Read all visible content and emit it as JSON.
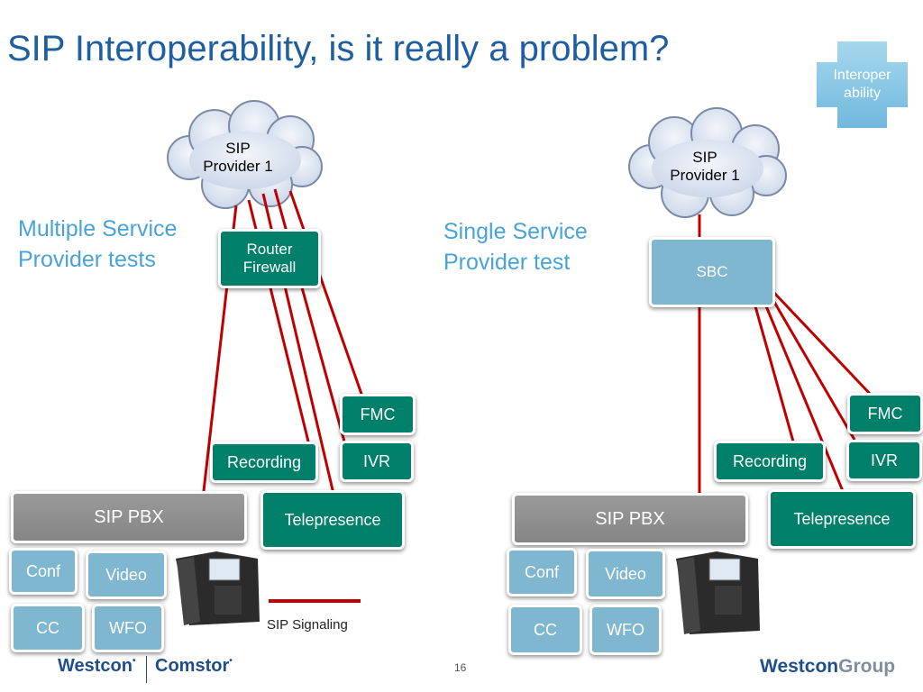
{
  "title": "SIP Interoperability, is it really a problem?",
  "badge": {
    "label": "Interoperability",
    "line1": "Interoper",
    "line2": "ability"
  },
  "left": {
    "subtitle_line1": "Multiple Service",
    "subtitle_line2": "Provider tests",
    "cloud_line1": "SIP",
    "cloud_line2": "Provider 1",
    "router": "Router Firewall",
    "fmc": "FMC",
    "ivr": "IVR",
    "recording": "Recording",
    "telepresence": "Telepresence",
    "pbx": "SIP PBX",
    "conf": "Conf",
    "video": "Video",
    "cc": "CC",
    "wfo": "WFO"
  },
  "right": {
    "subtitle_line1": "Single Service",
    "subtitle_line2": "Provider test",
    "cloud_line1": "SIP",
    "cloud_line2": "Provider 1",
    "sbc": "SBC",
    "fmc": "FMC",
    "ivr": "IVR",
    "recording": "Recording",
    "telepresence": "Telepresence",
    "pbx": "SIP PBX",
    "conf": "Conf",
    "video": "Video",
    "cc": "CC",
    "wfo": "WFO"
  },
  "legend": {
    "label": "SIP Signaling",
    "color": "#c00000"
  },
  "page_number": "16",
  "footer": {
    "logo_left": "Westcon",
    "logo_mid": "Comstor",
    "logo_right_a": "Westcon",
    "logo_right_b": "Group"
  },
  "colors": {
    "title": "#1f5fa0",
    "subtitle": "#4aa3d8",
    "teal": "#00806b",
    "light_blue": "#7eb7cf",
    "signal_line": "#c00000"
  }
}
